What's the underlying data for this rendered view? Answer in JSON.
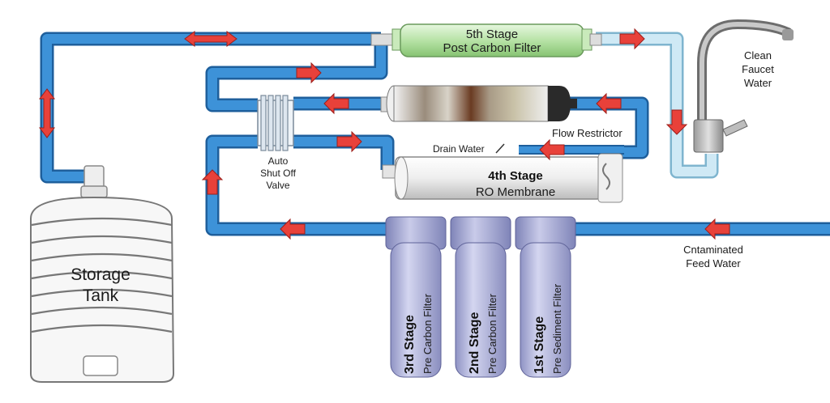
{
  "colors": {
    "pipe": "#3d92d8",
    "pipe_edge": "#1e5f9c",
    "clean_pipe": "#bfe0f0",
    "arrow": "#e8413a",
    "post_filter": "#bfe7b0",
    "housing": "#b6b9dc",
    "tank": "#f5f5f5"
  },
  "labels": {
    "post_filter_line1": "5th Stage",
    "post_filter_line2": "Post Carbon Filter",
    "faucet_line1": "Clean",
    "faucet_line2": "Faucet",
    "faucet_line3": "Water",
    "flow_restrictor": "Flow Restrictor",
    "drain_water": "Drain Water",
    "valve_line1": "Auto",
    "valve_line2": "Shut Off",
    "valve_line3": "Valve",
    "membrane_line1": "4th Stage",
    "membrane_line2": "RO Membrane",
    "tank_line1": "Storage",
    "tank_line2": "Tank",
    "feed_line1": "Cntaminated",
    "feed_line2": "Feed Water",
    "stage3_line1": "3rd Stage",
    "stage3_line2": "Pre Carbon Filter",
    "stage2_line1": "2nd Stage",
    "stage2_line2": "Pre Carbon Filter",
    "stage1_line1": "1st Stage",
    "stage1_line2": "Pre Sediment Filter"
  },
  "icons": [
    "flow-arrow-icon",
    "faucet-icon",
    "storage-tank-icon",
    "valve-icon"
  ]
}
